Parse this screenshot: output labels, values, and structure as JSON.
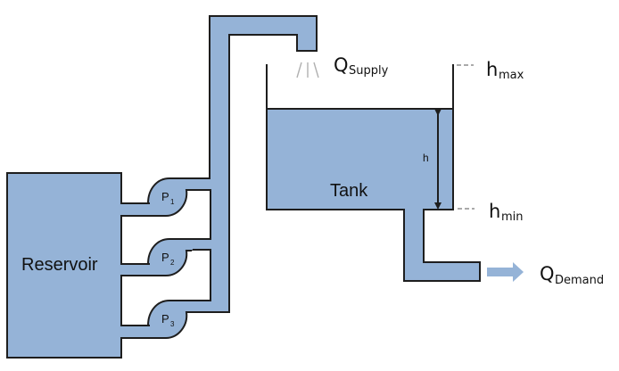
{
  "colors": {
    "water": "#95b3d7",
    "outline": "#1e1e1e",
    "spray": "#b0b0b0",
    "demand_arrow": "#95b3d7"
  },
  "reservoir": {
    "label": "Reservoir"
  },
  "tank": {
    "label": "Tank",
    "level_symbol": "h"
  },
  "pumps": [
    {
      "label": "P",
      "index": "1"
    },
    {
      "label": "P",
      "index": "2"
    },
    {
      "label": "P",
      "index": "3"
    }
  ],
  "flows": {
    "supply": {
      "symbol": "Q",
      "subscript": "Supply"
    },
    "demand": {
      "symbol": "Q",
      "subscript": "Demand"
    }
  },
  "levels": {
    "max": {
      "symbol": "h",
      "subscript": "max"
    },
    "min": {
      "symbol": "h",
      "subscript": "min"
    }
  }
}
